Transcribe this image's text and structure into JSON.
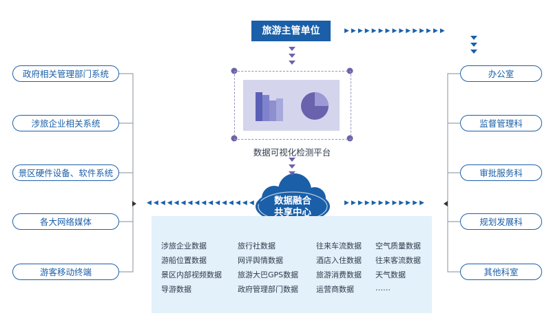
{
  "top_unit": "旅游主管单位",
  "platform": "数据可视化检测平台",
  "hub": {
    "line1": "数据融合",
    "line2": "共享中心"
  },
  "left_sources": [
    "政府相关管理部门系统",
    "涉旅企业相关系统",
    "景区硬件设备、软件系统",
    "各大网络媒体",
    "游客移动终端"
  ],
  "right_offices": [
    "办公室",
    "监督管理科",
    "审批服务科",
    "规划发展科",
    "其他科室"
  ],
  "data_items": {
    "col1": [
      "涉旅企业数据",
      "游船位置数据",
      "景区内部视频数据",
      "导游数据"
    ],
    "col2": [
      "旅行社数据",
      "网评舆情数据",
      "旅游大巴GPS数据",
      "政府管理部门数据"
    ],
    "col3": [
      "往来车流数据",
      "酒店入住数据",
      "旅游消费数据",
      "运营商数据"
    ],
    "col4": [
      "空气质量数据",
      "往来客流数据",
      "天气数据",
      "……"
    ]
  },
  "colors": {
    "primary": "#1a5fa8",
    "accent": "#5b6ec2",
    "panel": "#e3f1fb",
    "screen": "#d4d4ec"
  }
}
